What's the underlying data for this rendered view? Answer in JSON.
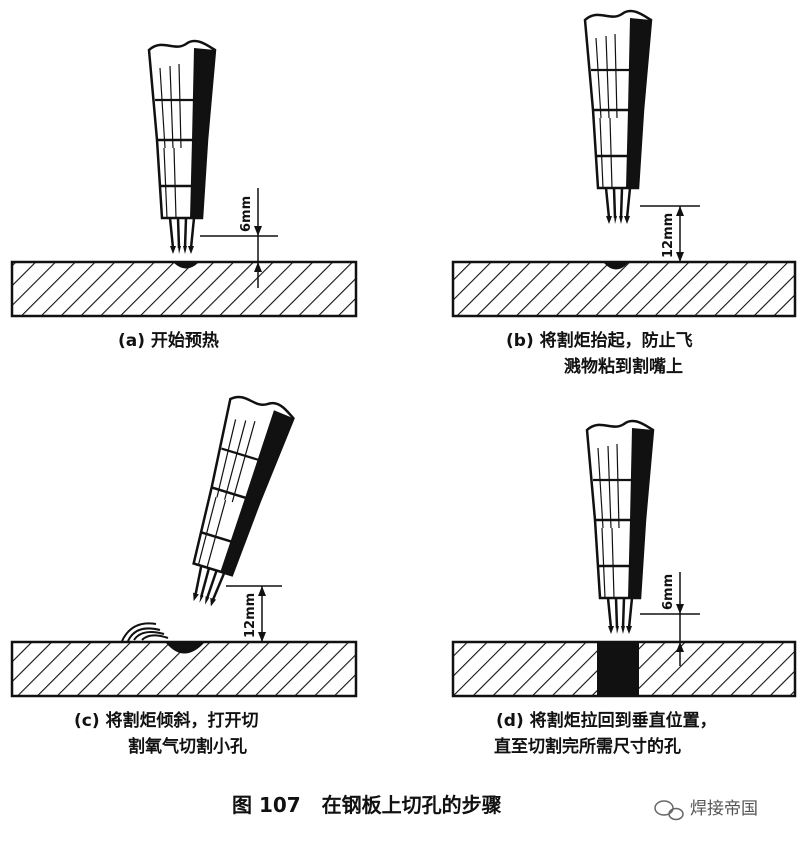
{
  "panels": [
    {
      "id": "a",
      "caption_lines": [
        "(a) 开始预热"
      ],
      "dimension": "6mm"
    },
    {
      "id": "b",
      "caption_lines": [
        "(b) 将割炬抬起，防止飞",
        "溅物粘到割嘴上"
      ],
      "dimension": "12mm"
    },
    {
      "id": "c",
      "caption_lines": [
        "(c) 将割炬倾斜，打开切",
        "割氧气切割小孔"
      ],
      "dimension": "12mm"
    },
    {
      "id": "d",
      "caption_lines": [
        "(d) 将割炬拉回到垂直位置，",
        "直至切割完所需尺寸的孔"
      ],
      "dimension": "6mm"
    }
  ],
  "figure_caption": "图 107   在钢板上切孔的步骤",
  "watermark": "焊接帝国",
  "colors": {
    "ink": "#111111",
    "paper": "#ffffff"
  }
}
